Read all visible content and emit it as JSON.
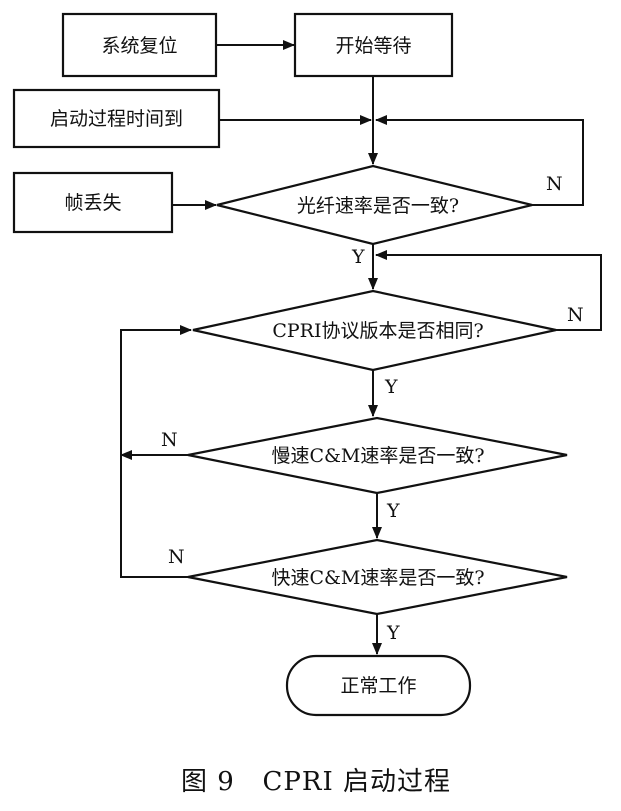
{
  "diagram": {
    "nodes": {
      "system_reset": "系统复位",
      "start_wait": "开始等待",
      "startup_timeout": "启动过程时间到",
      "frame_loss": "帧丢失",
      "fiber_rate_check": "光纤速率是否一致?",
      "cpri_version_check": "CPRI协议版本是否相同?",
      "slow_cm_check": "慢速C&M速率是否一致?",
      "fast_cm_check": "快速C&M速率是否一致?",
      "normal_operation": "正常工作"
    },
    "branch": {
      "yes": "Y",
      "no": "N"
    },
    "caption": "图 9   CPRI 启动过程"
  }
}
